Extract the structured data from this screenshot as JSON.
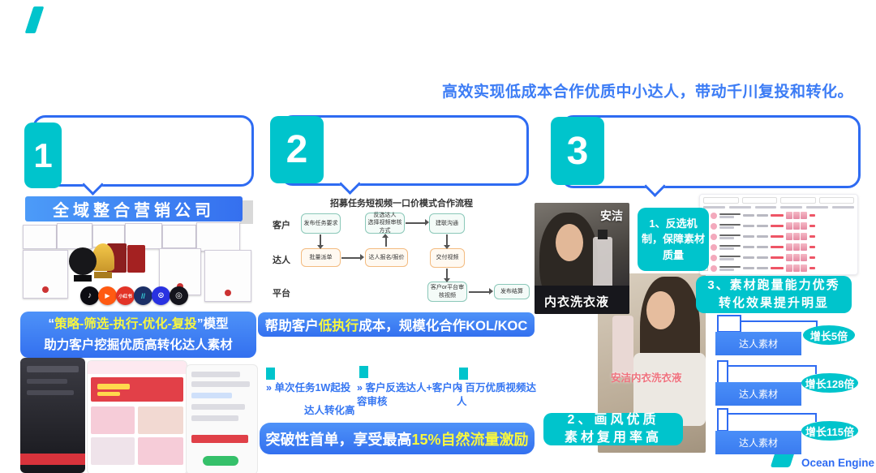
{
  "headline": "高效实现低成本合作优质中小达人，带动千川复投和转化。",
  "brand": {
    "name": "Ocean Engine"
  },
  "colors": {
    "teal": "#00C4CC",
    "callout_blue": "#2E6BF2",
    "banner_blue": "#3E7FF3",
    "highlight_yellow": "#F8F73E",
    "headline_blue": "#3C7CF5"
  },
  "s1": {
    "number": "1",
    "title": "全域整合营销公司",
    "xiaohongshu_label": "小红书",
    "icons": [
      "douyin",
      "kuaishou",
      "xiaohongshu",
      "ocean-engine",
      "baidu",
      "weibo"
    ],
    "model_banner": {
      "prefix": "“",
      "highlight": "策略-筛选-执行-优化-复投",
      "suffix": "”模型",
      "line2": "助力客户挖掘优质高转化达人素材"
    }
  },
  "s2": {
    "number": "2",
    "flow": {
      "title": "招募任务短视频一口价模式合作流程",
      "rows": [
        "客户",
        "达人",
        "平台"
      ],
      "nodes": [
        "发布任务要求",
        "反选达人\n选择视频审核方式",
        "建联沟通",
        "批量派单",
        "达人报名/报价",
        "交付视频",
        "客户or平台审核视频",
        "发布结算"
      ]
    },
    "banner_top": {
      "prefix": "帮助客户",
      "highlight": "低执行",
      "suffix": "成本，规模化合作KOL/KOC"
    },
    "bullets": [
      "单次任务1W起投",
      "客户反选达人+客户内容审核",
      "百万优质视频达人"
    ],
    "bullet1_sub": "达人转化高",
    "banner_bottom": {
      "prefix": "突破性首单，享受最高",
      "highlight": "15%自然流量激励"
    }
  },
  "s3": {
    "number": "3",
    "video1": {
      "tag_top": "安洁",
      "tag_bottom": "内衣洗衣液"
    },
    "point1": "1、反选机制，保障素材质量",
    "point3": {
      "line1": "3、素材跑量能力优秀",
      "line2": "转化效果提升明显"
    },
    "video2": {
      "tag": "安洁内衣洗衣液"
    },
    "point2": {
      "line1": "2、画风优质",
      "line2": "素材复用率高"
    },
    "growth_chart": {
      "type": "bar",
      "groups": [
        {
          "label": "达人素材",
          "growth": "增长5倍"
        },
        {
          "label": "达人素材",
          "growth": "增长128倍"
        },
        {
          "label": "达人素材",
          "growth": "增长115倍"
        }
      ]
    }
  }
}
